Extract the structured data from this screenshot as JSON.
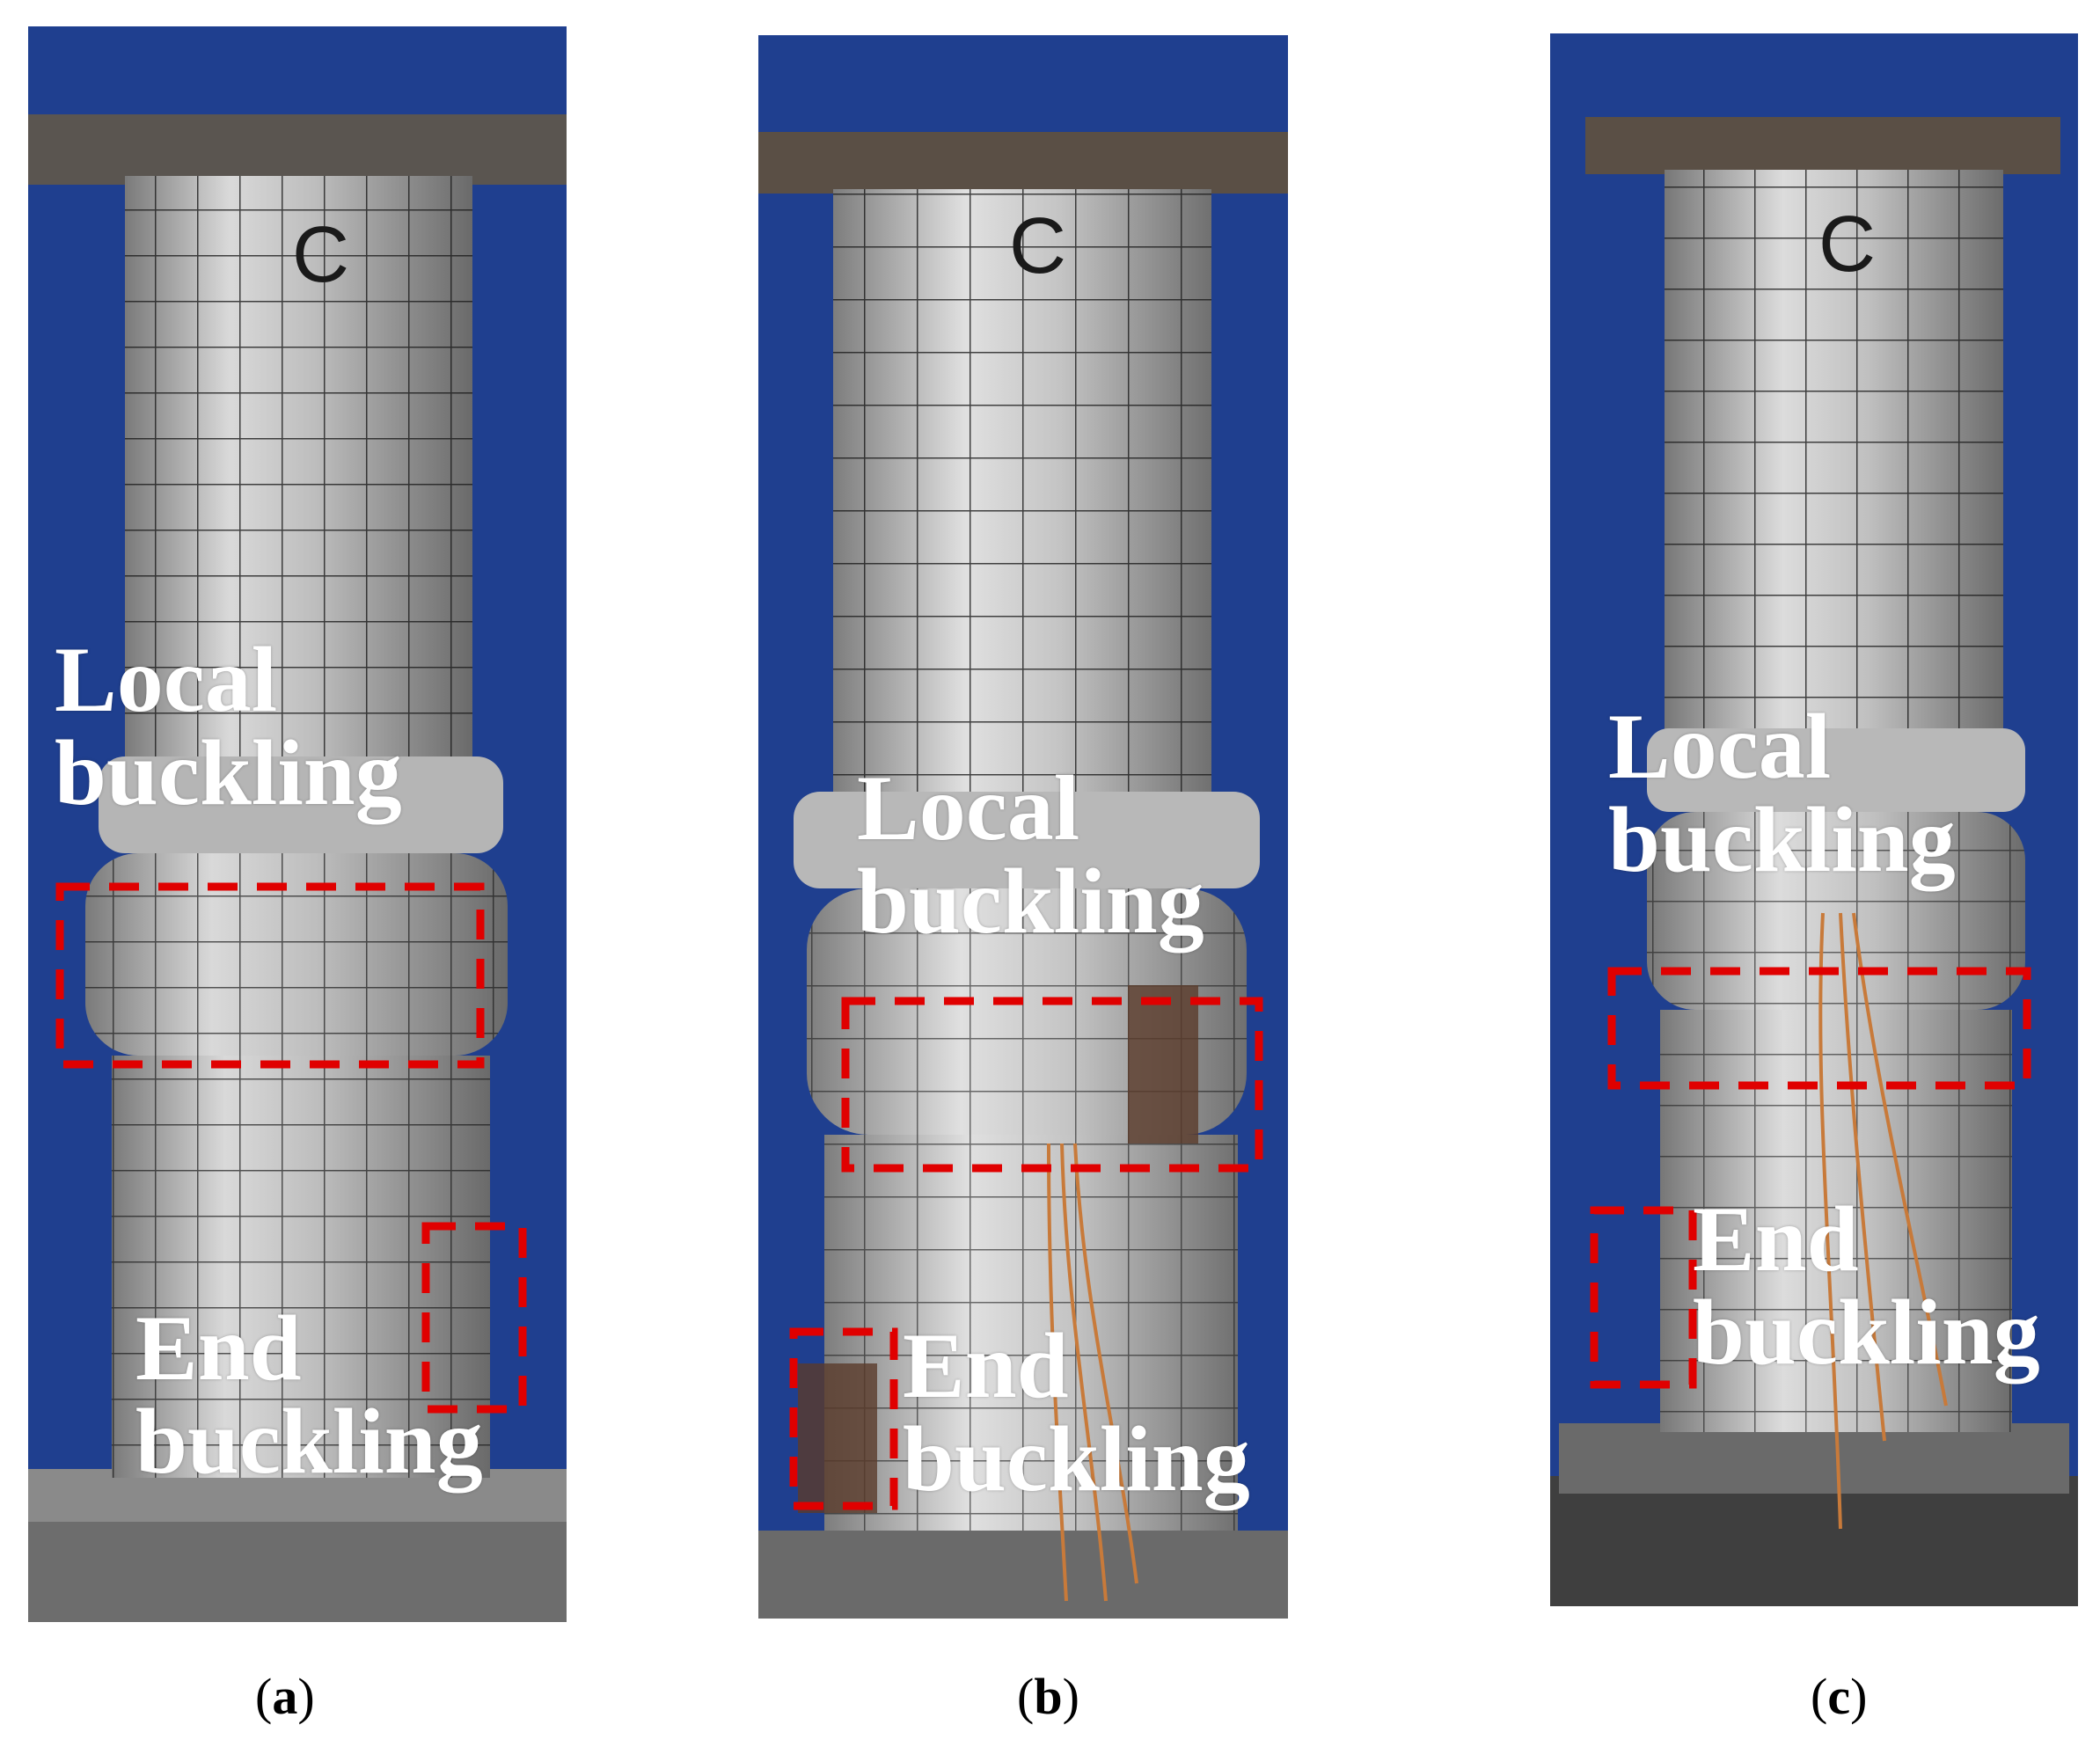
{
  "panels": [
    {
      "id": "a",
      "labels": {
        "local": "Local\nbuckling",
        "end": "End\nbuckling"
      },
      "letter": "a",
      "mark": "C"
    },
    {
      "id": "b",
      "labels": {
        "local": "Local\nbuckling",
        "end": "End\nbuckling"
      },
      "letter": "b",
      "mark": "C"
    },
    {
      "id": "c",
      "labels": {
        "local": "Local\nbuckling",
        "end": "End\nbuckling"
      },
      "letter": "c",
      "mark": "C"
    }
  ],
  "colors": {
    "background_blue": "#1f3f8f",
    "steel": "#c7c7c7",
    "highlight_box": "#e00000",
    "label_text": "#ffffff"
  }
}
